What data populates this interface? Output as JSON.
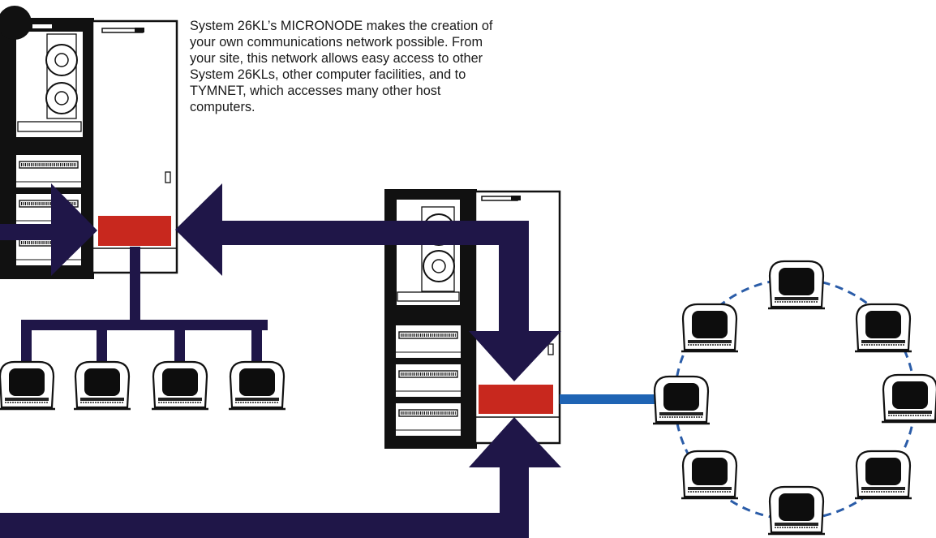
{
  "caption": {
    "lines": [
      "System 26KL’s MICRONODE makes the creation of",
      "your own communications network possible. From",
      "your site, this network allows easy access to other",
      "System 26KLs, other computer facilities, and to",
      "TYMNET, which accesses many other host",
      "computers."
    ]
  },
  "colors": {
    "arrow_navy": "#1f1648",
    "micronode_red": "#c8281e",
    "link_blue": "#1f64b4",
    "ring_dashed": "#2a5ca8",
    "outline": "#111111"
  },
  "diagram": {
    "host_computer_left": {
      "terminals_on_bus": 4
    },
    "host_computer_right": {
      "terminals_in_ring": 8
    }
  }
}
